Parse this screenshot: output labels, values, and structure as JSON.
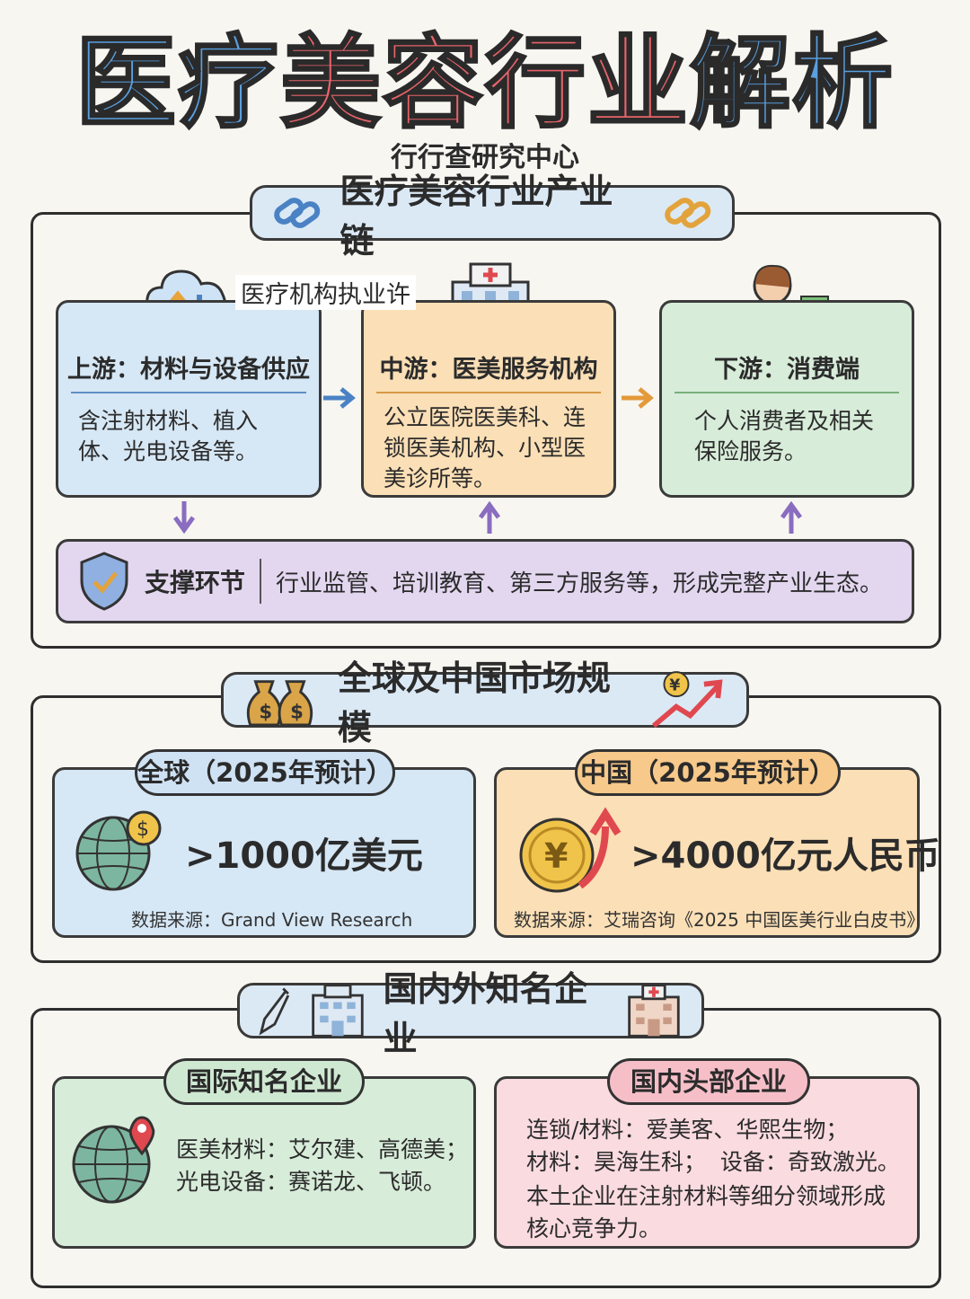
{
  "header": {
    "title_part1": "医疗",
    "title_part2": "美容行业",
    "title_part3": "解析",
    "subtitle": "行行查研究中心"
  },
  "chain": {
    "banner": "医疗美容行业产业链",
    "floating_label": "医疗机构执业许",
    "upstream": {
      "title": "上游：材料与设备供应",
      "body": "含注射材料、植入体、光电设备等。"
    },
    "midstream": {
      "title": "中游：医美服务机构",
      "body": "公立医院医美科、连锁医美机构、小型医美诊所等。"
    },
    "downstream": {
      "title": "下游：消费端",
      "body": "个人消费者及相关保险服务。"
    },
    "support": {
      "title": "支撑环节",
      "body": "行业监管、培训教育、第三方服务等，形成完整产业生态。"
    }
  },
  "market": {
    "banner": "全球及中国市场规模",
    "global": {
      "label": "全球（2025年预计）",
      "value": ">1000亿美元",
      "source": "数据来源：Grand View Research"
    },
    "china": {
      "label": "中国（2025年预计）",
      "value": ">4000亿元人民币",
      "source": "数据来源：艾瑞咨询《2025 中国医美行业白皮书》"
    }
  },
  "companies": {
    "banner": "国内外知名企业",
    "international": {
      "label": "国际知名企业",
      "body": "医美材料：艾尔建、高德美；光电设备：赛诺龙、飞顿。"
    },
    "domestic": {
      "label": "国内头部企业",
      "line1": "连锁/材料：爱美客、华熙生物；",
      "line2": "材料：昊海生科；  设备：奇致激光。",
      "line3": "本土企业在注射材料等细分领域形成核心竞争力。"
    }
  },
  "colors": {
    "title_blue": "#5aa0e0",
    "title_red": "#e8646b",
    "card_blue": "#d6e7f5",
    "card_orange": "#fbdfb6",
    "card_green": "#d7ecd9",
    "card_purple": "#e3d7f0",
    "card_pink": "#fadbe0"
  }
}
